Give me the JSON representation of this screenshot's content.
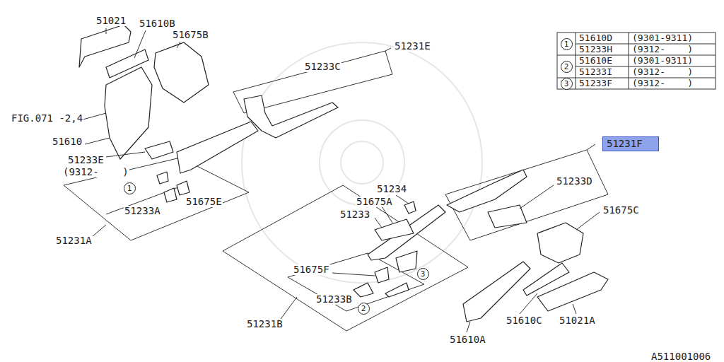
{
  "diagram": {
    "nodes": [
      {
        "text": [
          "1"
        ]
      },
      {
        "text": [
          "2"
        ]
      },
      {
        "text": [
          "3"
        ]
      },
      {
        "text": [
          "51231F"
        ]
      },
      {
        "text": [
          "1"
        ]
      },
      {
        "text": [
          "3"
        ]
      },
      {
        "text": [
          "2"
        ]
      }
    ],
    "labels": [
      "51021",
      "51610B",
      "51675B",
      "51610D",
      "(9301-9311)",
      "51233H",
      "(9312-    )",
      "51610E",
      "(9301-9311)",
      "51233I",
      "(9312-    )",
      "51233F",
      "(9312-    )",
      "51231E",
      "51233C",
      "FIG.071 -2,4",
      "51610",
      "51233E",
      "(9312-    )",
      "51233D",
      "51234",
      "51675E",
      "51675A",
      "51675C",
      "51233A",
      "51233",
      "51231A",
      "51675F",
      "51233B",
      "51231B",
      "51610C",
      "51021A",
      "51610A",
      "A511001006"
    ]
  }
}
